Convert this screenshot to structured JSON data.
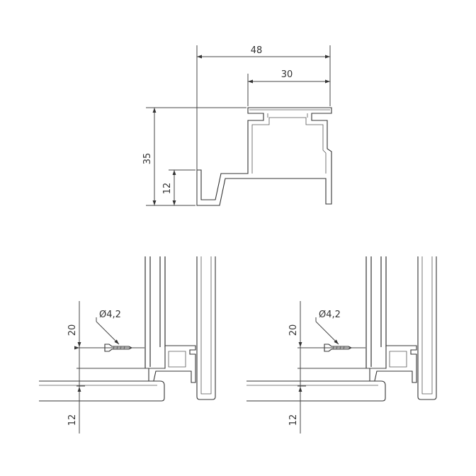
{
  "profile": {
    "width_total": "48",
    "width_top": "30",
    "height_total": "35",
    "height_lower": "12"
  },
  "installs": [
    {
      "screw": "Ø4,2",
      "dim_upper": "20",
      "dim_lower": "12"
    },
    {
      "screw": "Ø4,2",
      "dim_upper": "20",
      "dim_lower": "12"
    }
  ]
}
